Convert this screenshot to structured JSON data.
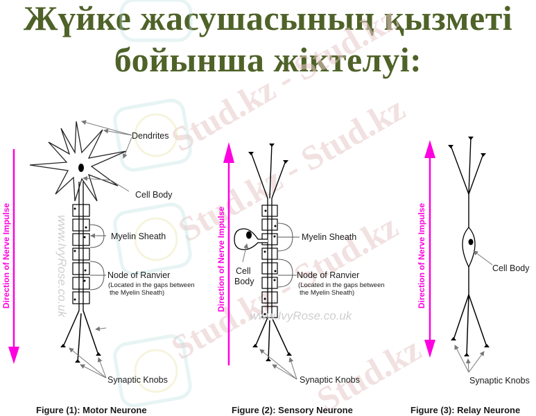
{
  "title": {
    "line1": "Жүйке жасушасының қызметі",
    "line2": "бойынша жіктелуі:",
    "color": "#4f6228"
  },
  "watermarks": {
    "stud": "Stud.kz - Stud.kz",
    "stud_short": "Stud.kz",
    "ivyrose": "www.IvyRose.co.uk"
  },
  "arrow_color": "#ff00e0",
  "figures": [
    {
      "caption": "Figure (1): Motor Neurone",
      "direction_label": "Direction of Nerve Impulse",
      "direction": "down",
      "labels": {
        "dendrites": "Dendrites",
        "cell_body": "Cell Body",
        "myelin_sheath": "Myelin Sheath",
        "node_of_ranvier": "Node of Ranvier",
        "node_note_1": "(Located in the gaps between",
        "node_note_2": "the Myelin Sheath)",
        "synaptic_knobs": "Synaptic Knobs"
      }
    },
    {
      "caption": "Figure (2): Sensory Neurone",
      "direction_label": "Direction of Nerve Impulse",
      "direction": "up",
      "labels": {
        "cell_body_1": "Cell",
        "cell_body_2": "Body",
        "myelin_sheath": "Myelin Sheath",
        "node_of_ranvier": "Node of Ranvier",
        "node_note_1": "(Located in the gaps between",
        "node_note_2": "the Myelin Sheath)",
        "synaptic_knobs": "Synaptic Knobs"
      }
    },
    {
      "caption": "Figure (3): Relay Neurone",
      "direction_label": "Direction of Nerve Impulse",
      "direction": "both",
      "labels": {
        "cell_body": "Cell Body",
        "synaptic_knobs": "Synaptic Knobs"
      }
    }
  ]
}
